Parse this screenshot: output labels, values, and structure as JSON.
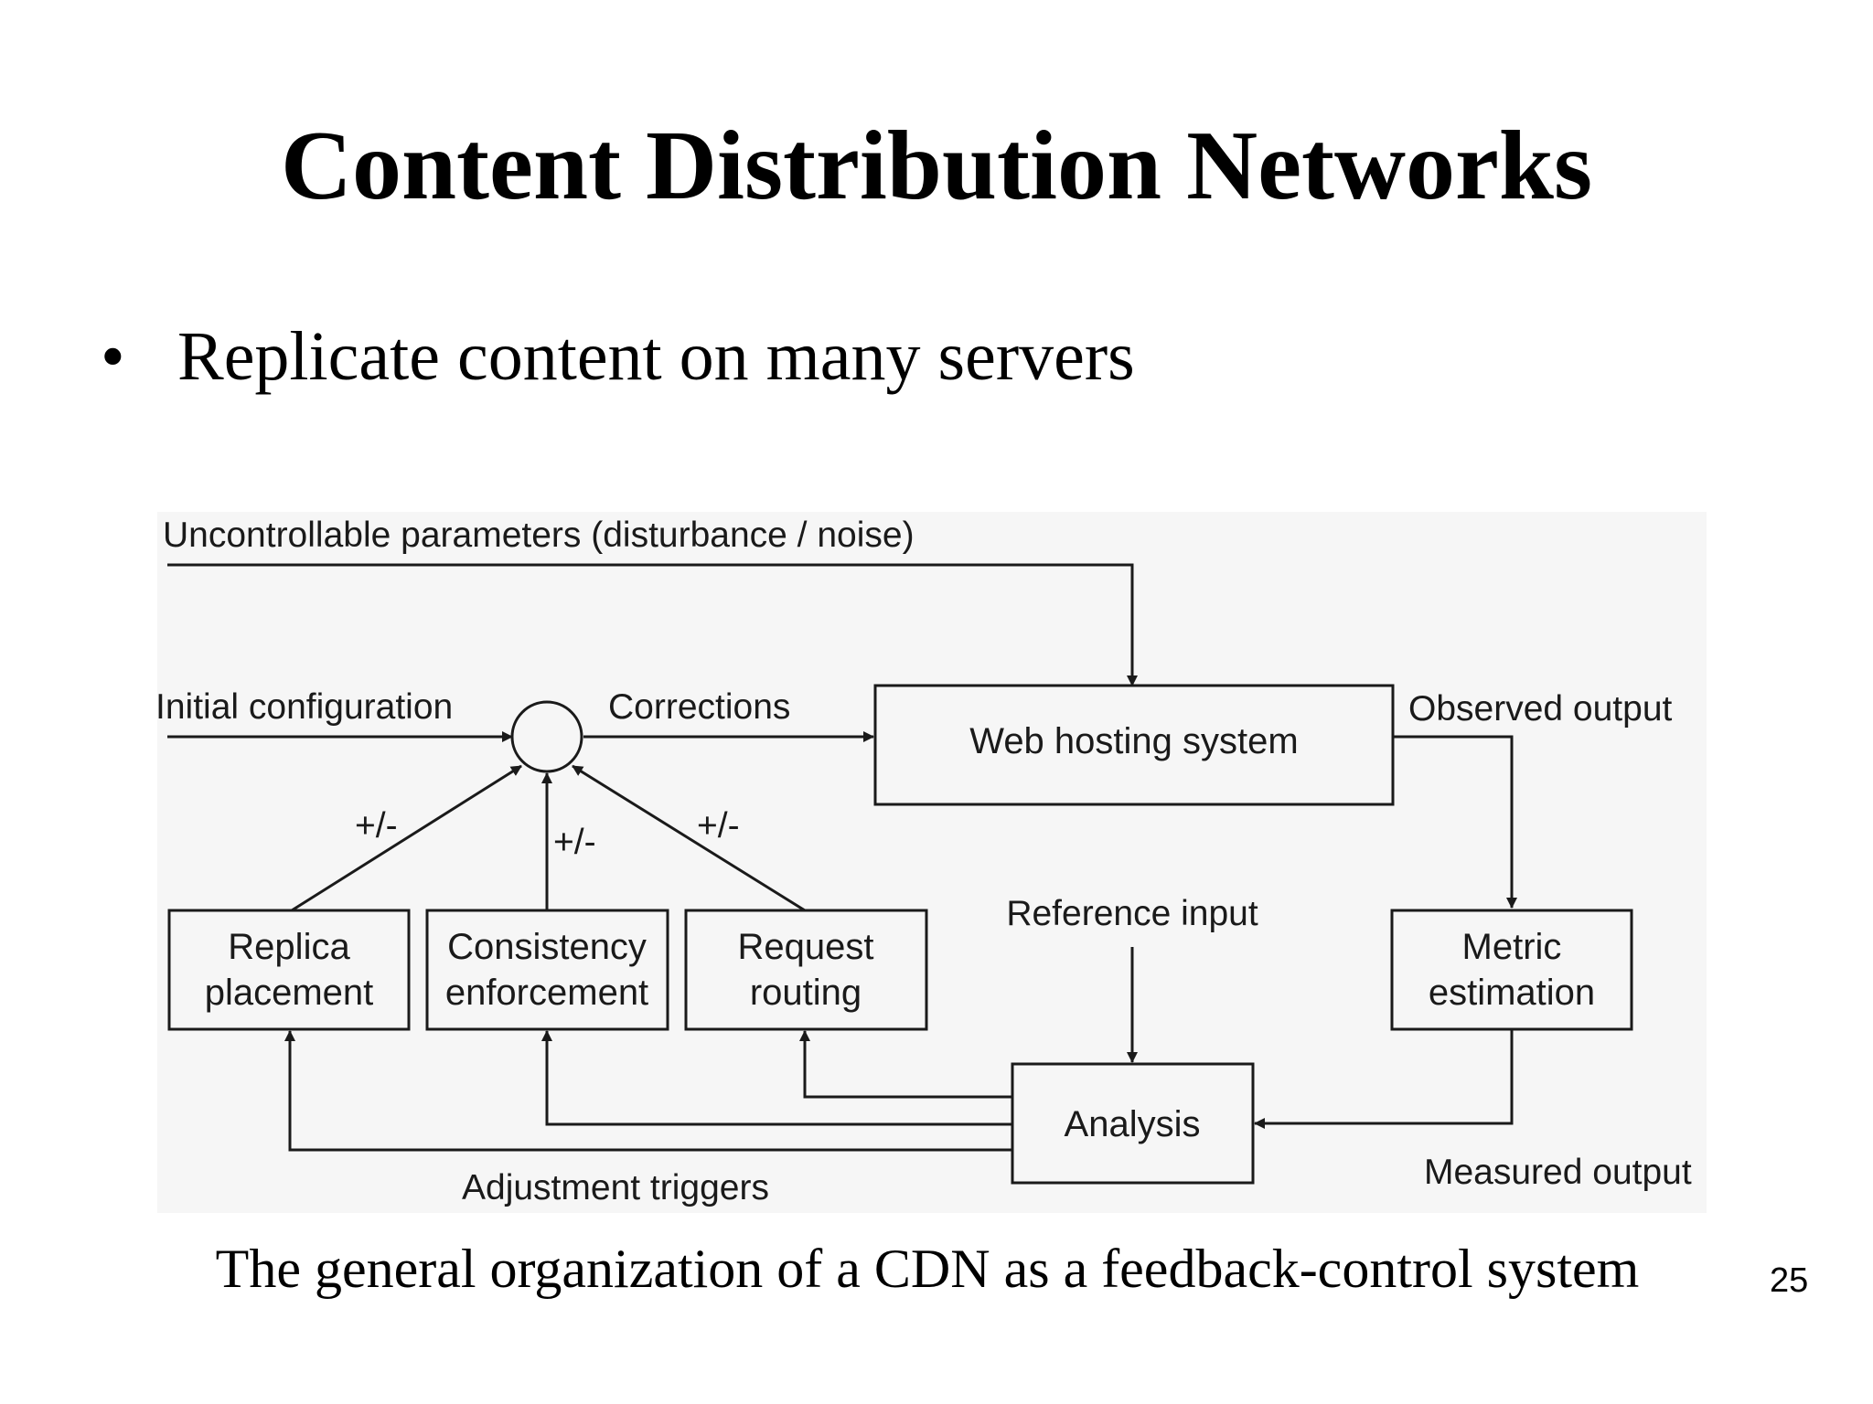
{
  "slide": {
    "title": "Content Distribution Networks",
    "bullet": "Replicate content on many servers",
    "caption": "The general organization of a CDN as a feedback-control system",
    "slide_number": "25"
  },
  "diagram": {
    "labels": {
      "uncontrollable": "Uncontrollable parameters (disturbance / noise)",
      "initial_config": "Initial configuration",
      "corrections": "Corrections",
      "observed_output": "Observed output",
      "reference_input": "Reference input",
      "measured_output": "Measured output",
      "adjustment_triggers": "Adjustment triggers",
      "sign_1": "+/-",
      "sign_2": "+/-",
      "sign_3": "+/-"
    },
    "boxes": {
      "web_hosting": "Web hosting system",
      "replica": [
        "Replica",
        "placement"
      ],
      "consistency": [
        "Consistency",
        "enforcement"
      ],
      "request": [
        "Request",
        "routing"
      ],
      "metric": [
        "Metric",
        "estimation"
      ],
      "analysis": "Analysis"
    }
  }
}
